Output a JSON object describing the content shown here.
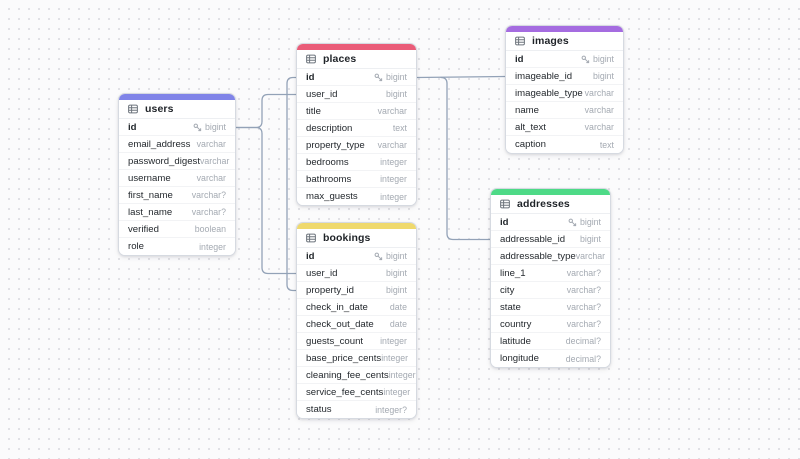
{
  "diagram": {
    "line_color": "#93a2b7",
    "tables": [
      {
        "id": "users",
        "title": "users",
        "accent": "#8084e8",
        "fields": [
          {
            "name": "id",
            "type": "bigint",
            "pk": true
          },
          {
            "name": "email_address",
            "type": "varchar"
          },
          {
            "name": "password_digest",
            "type": "varchar"
          },
          {
            "name": "username",
            "type": "varchar"
          },
          {
            "name": "first_name",
            "type": "varchar?"
          },
          {
            "name": "last_name",
            "type": "varchar?"
          },
          {
            "name": "verified",
            "type": "boolean"
          },
          {
            "name": "role",
            "type": "integer"
          }
        ]
      },
      {
        "id": "places",
        "title": "places",
        "accent": "#ea5c78",
        "fields": [
          {
            "name": "id",
            "type": "bigint",
            "pk": true
          },
          {
            "name": "user_id",
            "type": "bigint"
          },
          {
            "name": "title",
            "type": "varchar"
          },
          {
            "name": "description",
            "type": "text"
          },
          {
            "name": "property_type",
            "type": "varchar"
          },
          {
            "name": "bedrooms",
            "type": "integer"
          },
          {
            "name": "bathrooms",
            "type": "integer"
          },
          {
            "name": "max_guests",
            "type": "integer"
          }
        ]
      },
      {
        "id": "bookings",
        "title": "bookings",
        "accent": "#efd96d",
        "fields": [
          {
            "name": "id",
            "type": "bigint",
            "pk": true
          },
          {
            "name": "user_id",
            "type": "bigint"
          },
          {
            "name": "property_id",
            "type": "bigint"
          },
          {
            "name": "check_in_date",
            "type": "date"
          },
          {
            "name": "check_out_date",
            "type": "date"
          },
          {
            "name": "guests_count",
            "type": "integer"
          },
          {
            "name": "base_price_cents",
            "type": "integer"
          },
          {
            "name": "cleaning_fee_cents",
            "type": "integer"
          },
          {
            "name": "service_fee_cents",
            "type": "integer"
          },
          {
            "name": "status",
            "type": "integer?"
          }
        ]
      },
      {
        "id": "images",
        "title": "images",
        "accent": "#a56ce0",
        "fields": [
          {
            "name": "id",
            "type": "bigint",
            "pk": true
          },
          {
            "name": "imageable_id",
            "type": "bigint"
          },
          {
            "name": "imageable_type",
            "type": "varchar"
          },
          {
            "name": "name",
            "type": "varchar"
          },
          {
            "name": "alt_text",
            "type": "varchar"
          },
          {
            "name": "caption",
            "type": "text"
          }
        ]
      },
      {
        "id": "addresses",
        "title": "addresses",
        "accent": "#4eda87",
        "fields": [
          {
            "name": "id",
            "type": "bigint",
            "pk": true
          },
          {
            "name": "addressable_id",
            "type": "bigint"
          },
          {
            "name": "addressable_type",
            "type": "varchar"
          },
          {
            "name": "line_1",
            "type": "varchar?"
          },
          {
            "name": "city",
            "type": "varchar?"
          },
          {
            "name": "state",
            "type": "varchar?"
          },
          {
            "name": "country",
            "type": "varchar?"
          },
          {
            "name": "latitude",
            "type": "decimal?"
          },
          {
            "name": "longitude",
            "type": "decimal?"
          }
        ]
      }
    ],
    "connections": [
      {
        "from": "users.id",
        "to": "places.user_id"
      },
      {
        "from": "users.id",
        "to": "bookings.user_id"
      },
      {
        "from": "places.id",
        "to": "bookings.property_id"
      },
      {
        "from": "places.id",
        "to": "images.imageable_id"
      },
      {
        "from": "places.id",
        "to": "addresses.addressable_id"
      }
    ]
  }
}
